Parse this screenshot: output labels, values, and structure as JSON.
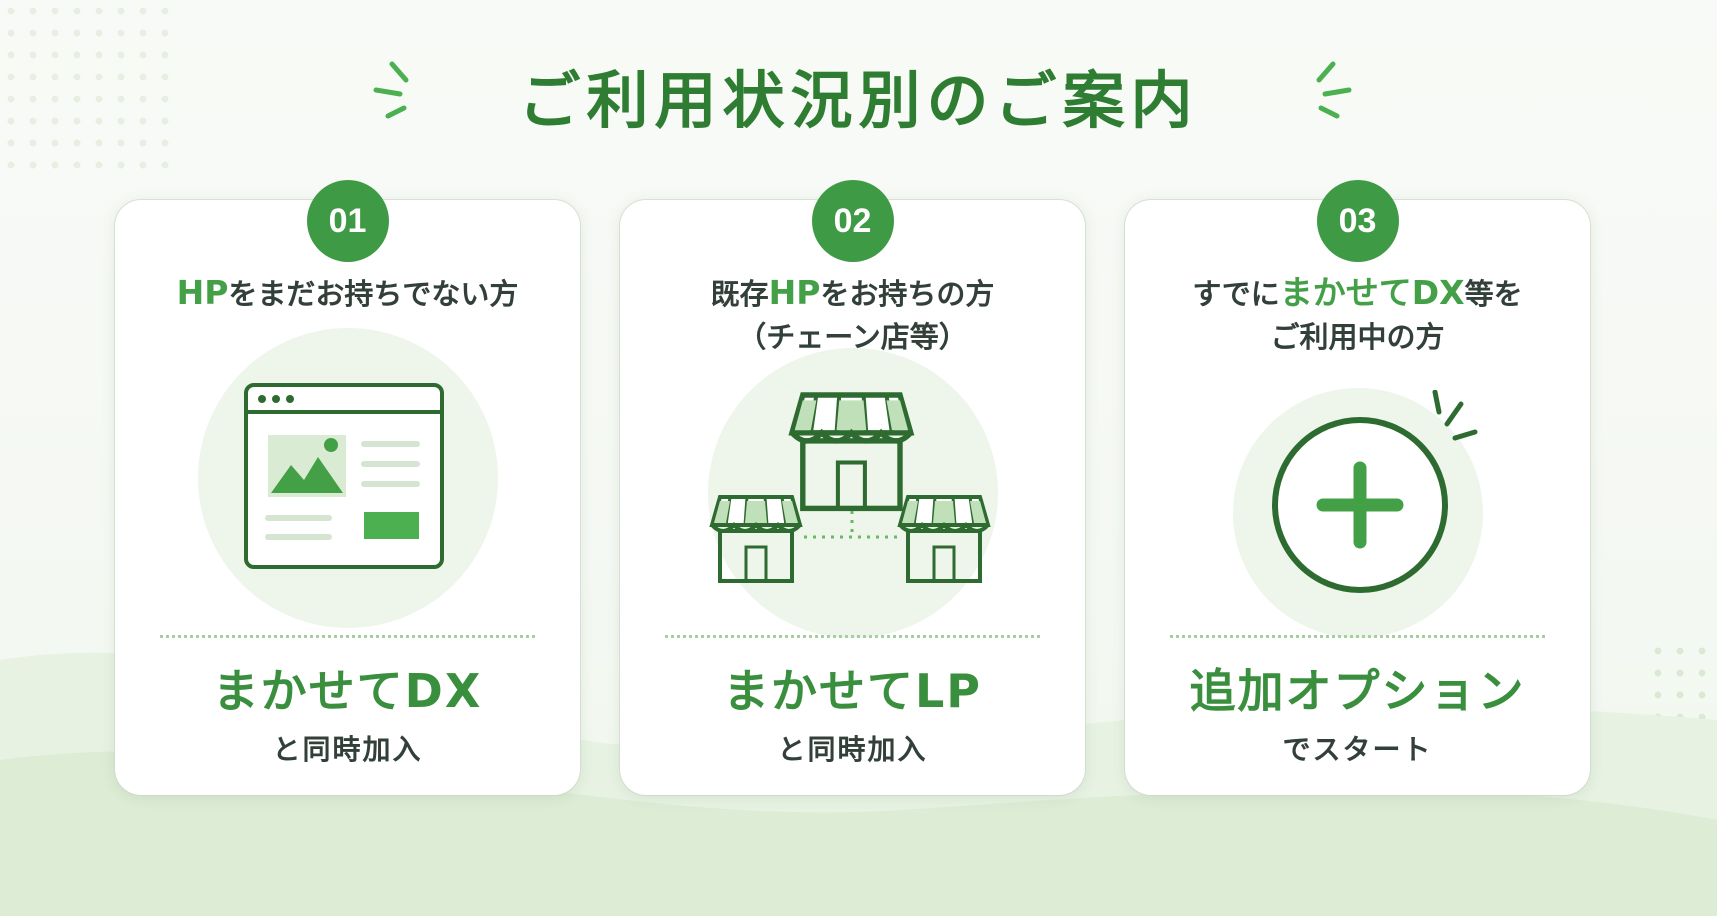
{
  "page": {
    "title": "ご利用状況別のご案内",
    "accent_color": "#3f9a45",
    "text_color": "#33403a"
  },
  "cards": [
    {
      "number": "01",
      "heading_prefix": "",
      "heading_highlight": "HP",
      "heading_suffix": "をまだお持ちでない方",
      "heading_line2": "",
      "icon": "website-browser-icon",
      "product": "まかせてDX",
      "product_sub": "と同時加入"
    },
    {
      "number": "02",
      "heading_prefix": "既存",
      "heading_highlight": "HP",
      "heading_suffix": "をお持ちの方",
      "heading_line2": "（チェーン店等）",
      "icon": "chain-stores-icon",
      "product": "まかせてLP",
      "product_sub": "と同時加入"
    },
    {
      "number": "03",
      "heading_prefix": "すでに",
      "heading_highlight": "まかせてDX",
      "heading_suffix": "等を",
      "heading_line2": "ご利用中の方",
      "icon": "plus-circle-icon",
      "product": "追加オプション",
      "product_sub": "でスタート"
    }
  ]
}
